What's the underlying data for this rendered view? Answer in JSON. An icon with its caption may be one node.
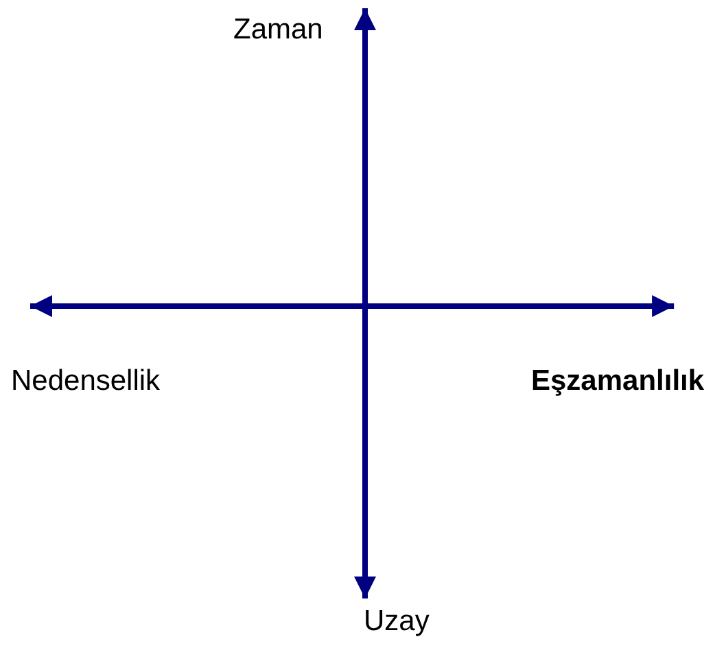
{
  "diagram": {
    "nodes": [
      {
        "text": [
          "Zaman"
        ]
      },
      {
        "text": [
          "Nedensellik"
        ]
      },
      {
        "text": [
          "Eşzamanlılık"
        ]
      },
      {
        "text": [
          "Uzay"
        ]
      }
    ],
    "edges": [
      {
        "from": 3,
        "to": 0,
        "arrow": "both"
      },
      {
        "from": 1,
        "to": 2,
        "arrow": "both"
      }
    ]
  }
}
